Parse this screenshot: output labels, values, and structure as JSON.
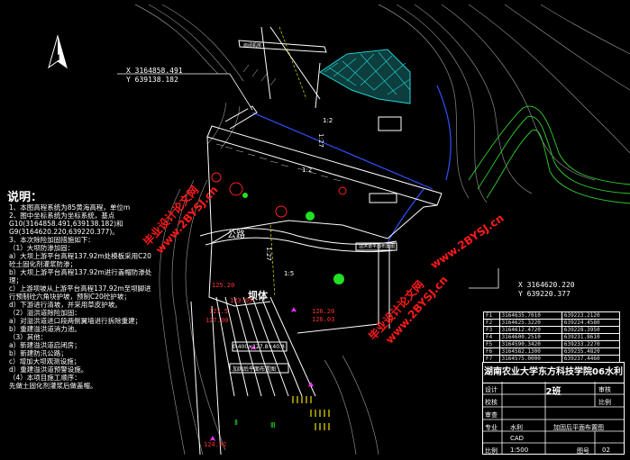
{
  "window": {
    "title": "湖南农业大学东方科技学院06水利2班"
  },
  "compass": {
    "label": "N"
  },
  "coords_top": {
    "x": "X 3164858.491",
    "y": "Y 639138.182"
  },
  "coords_right": {
    "x": "X 3164620.220",
    "y": "Y 639220.377"
  },
  "notes": {
    "title": "说明：",
    "lines": [
      "1、本图高程系统为85黄海高程，单位m",
      "2、图中坐标系统为坐标系统，基点",
      "G10(3164858.491,639138.182)和",
      "G9(3164620.220,639220.377)。",
      "3、本次除险加固措施如下：",
      "（1）大坝防渗加固：",
      "a）大坝上游平台高程137.92m处模板采用C20",
      "砼土固化剂灌浆防渗；",
      "b）大坝上游平台高程137.92m进行盖帽防渗处",
      "理；",
      "c）上游坝坡从上游平台高程137.92m至坝脚进",
      "行预制砼六角块护坡，预制C20砼护坡；",
      "d）下游进行清坡，并采用草皮护坡。",
      "（2）溢洪道除险加固：",
      "a）对溢洪道进口段两侧翼墙进行拆除重建；",
      "b）重建溢洪道消力池。",
      "（3）其他：",
      "a）新建溢洪道启闭房；",
      "b）新建防汛公路；",
      "c）增加大坝观测设施；",
      "d）重建溢洪道预警设施。",
      "（4）本项目施工顺序：",
      "先做土固化剂灌浆后做盖帽。"
    ]
  },
  "labels": {
    "road": "公路",
    "dam": "坝体",
    "top_building": "启闭机房",
    "spillway_note": "溢洪道平面布置图",
    "bottom_note": "加固后平面布置图",
    "elev_1": "124.92",
    "elev_2": "127.00",
    "elev_3": "126.20",
    "elev_4": "126.03",
    "elev_5": "125.20",
    "elev_6": "123.05",
    "elev_7": "127.5",
    "slope_1": "1:27",
    "slope_2": "1:2",
    "slope_3": "1:2",
    "slope_4": "1:5",
    "dim_1": "1:27",
    "spillway_dim": "0.400×127.8×40.8",
    "label_ii": "Ⅱ",
    "label_iii": "Ⅲ"
  },
  "coord_table": {
    "rows": [
      [
        "F1",
        "3164635.7010",
        "639223.2120"
      ],
      [
        "F2",
        "3164625.3220",
        "639224.4580"
      ],
      [
        "F3",
        "3164612.4720",
        "639228.3950"
      ],
      [
        "F4",
        "3164600.2510",
        "639231.8610"
      ],
      [
        "F5",
        "3164590.3420",
        "639233.2270"
      ],
      [
        "F6",
        "3164582.1300",
        "639235.4820"
      ],
      [
        "F7",
        "3164575.0000",
        "639237.4460"
      ]
    ]
  },
  "title_block": {
    "title": "湖南农业大学东方科技学院06水利2班",
    "rows": [
      {
        "a": "设计",
        "b": "",
        "c": "",
        "d": "审核"
      },
      {
        "a": "校核",
        "b": "",
        "c": "",
        "d": "比例"
      },
      {
        "a": "审查",
        "b": "",
        "c": "",
        "d": ""
      }
    ],
    "subject_label": "专业",
    "subject": "水利",
    "drawing_name": "加固后平面布置图",
    "tool_label": "CAD",
    "scale_label": "比例",
    "scale": "1:500",
    "sheet_label": "图号",
    "sheet": "02"
  },
  "watermarks": {
    "w1_cn": "毕业设计论文网",
    "w1_url": "www.2BYSJ.cn",
    "w2_cn": "毕业设计论文网",
    "w2_url": "www.2BYSJ.cn",
    "w3_url": "www.2BYSJ.cn"
  }
}
